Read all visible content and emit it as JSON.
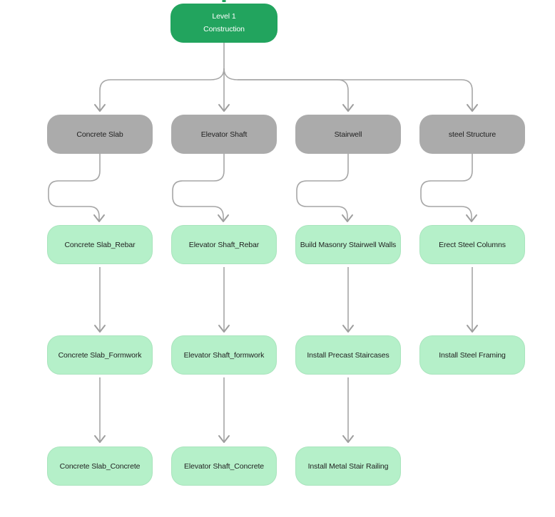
{
  "diagram": {
    "root": {
      "line1": "Level 1",
      "line2": "Construction"
    },
    "branches": [
      {
        "label": "Concrete Slab",
        "tasks": [
          "Concrete Slab_Rebar",
          "Concrete Slab_Formwork",
          "Concrete Slab_Concrete"
        ]
      },
      {
        "label": "Elevator Shaft",
        "tasks": [
          "Elevator Shaft_Rebar",
          "Elevator Shaft_formwork",
          "Elevator Shaft_Concrete"
        ]
      },
      {
        "label": "Stairwell",
        "tasks": [
          "Build Masonry Stairwell Walls",
          "Install Precast Staircases",
          "Install Metal Stair Railing"
        ]
      },
      {
        "label": "steel Structure",
        "tasks": [
          "Erect Steel Columns",
          "Install Steel Framing"
        ]
      }
    ],
    "colors": {
      "root_fill": "#22a45e",
      "root_text": "#ffffff",
      "branch_fill": "#ababab",
      "task_fill": "#b5f0c9",
      "node_text": "#1f1f1f",
      "edge": "#a6a6a6",
      "edge_head": "#9e9e9e"
    }
  }
}
